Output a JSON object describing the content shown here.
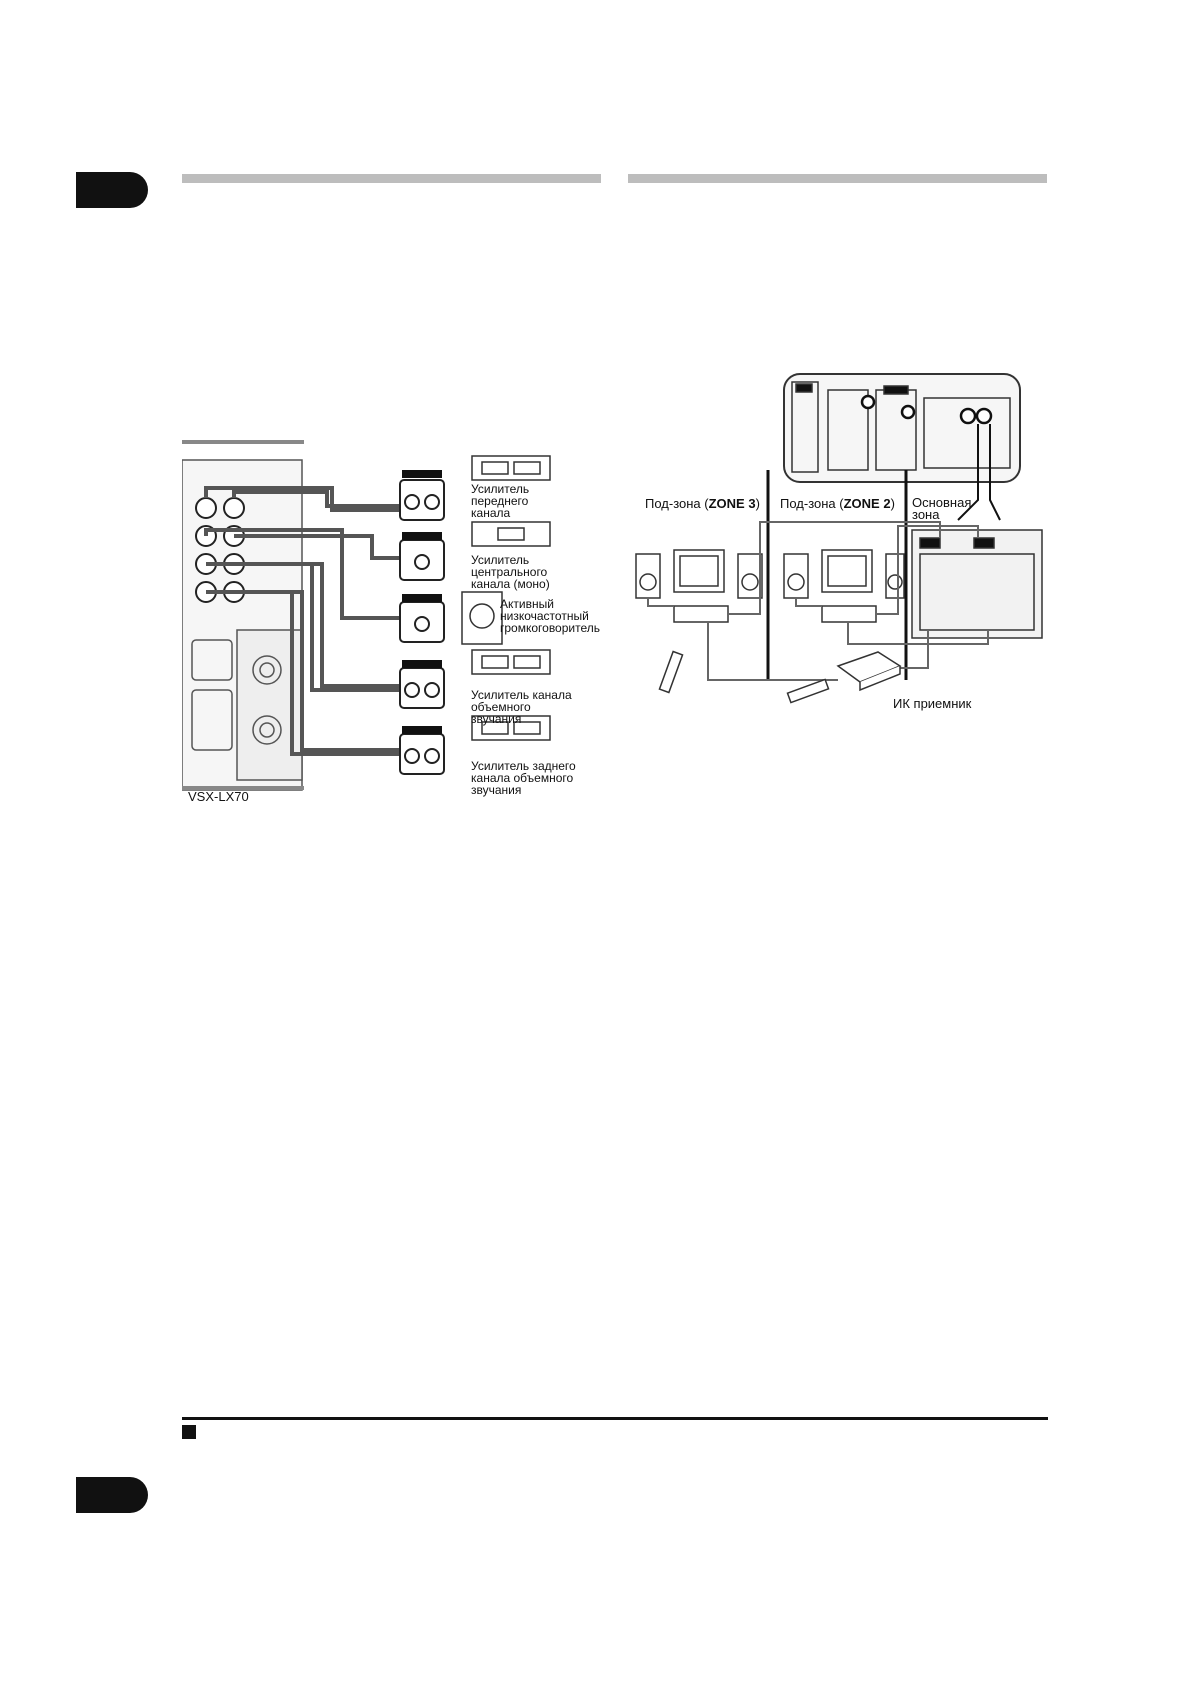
{
  "left_figure": {
    "model": "VSX-LX70",
    "amps": [
      {
        "label": "Усилитель\nпереднего\nканала"
      },
      {
        "label": "Усилитель\nцентрального\nканала (моно)"
      },
      {
        "label": "Активный\nнизкочастотный\nгромкоговоритель"
      },
      {
        "label": "Усилитель канала\nобъемного\nзвучания"
      },
      {
        "label": "Усилитель заднего\nканала объемного\nзвучания"
      }
    ]
  },
  "right_figure": {
    "zones": [
      {
        "prefix": "Под-зона (",
        "bold": "ZONE 3",
        "suffix": ")"
      },
      {
        "prefix": "Под-зона (",
        "bold": "ZONE 2",
        "suffix": ")"
      }
    ],
    "main_zone": "Основная\nзона",
    "ir_receiver": "ИК приемник"
  }
}
